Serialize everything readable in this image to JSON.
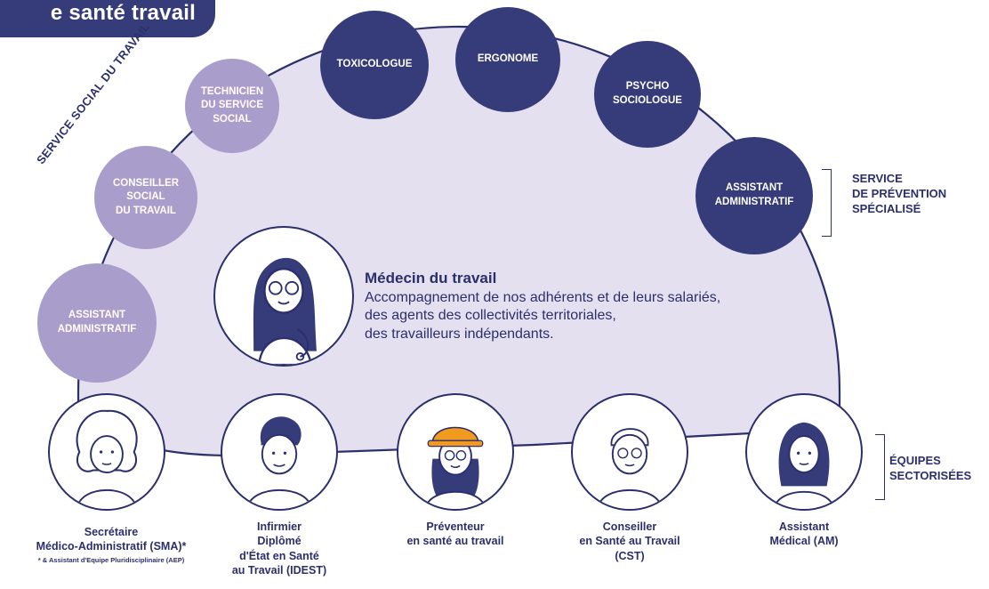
{
  "header": {
    "title": "e santé travail"
  },
  "arc_label": "SERVICE SOCIAL DU TRAVAIL",
  "social_circles": [
    {
      "lines": [
        "TECHNICIEN",
        "DU SERVICE",
        "SOCIAL"
      ]
    },
    {
      "lines": [
        "CONSEILLER",
        "SOCIAL",
        "DU TRAVAIL"
      ]
    },
    {
      "lines": [
        "ASSISTANT",
        "ADMINISTRATIF"
      ]
    }
  ],
  "prevention_circles": [
    {
      "lines": [
        "TOXICOLOGUE"
      ]
    },
    {
      "lines": [
        "ERGONOME"
      ]
    },
    {
      "lines": [
        "PSYCHO",
        "SOCIOLOGUE"
      ]
    },
    {
      "lines": [
        "ASSISTANT",
        "ADMINISTRATIF"
      ]
    }
  ],
  "service_prevention_label": [
    "SERVICE",
    "DE PRÉVENTION",
    "SPÉCIALISÉ"
  ],
  "equipes_label": [
    "ÉQUIPES",
    "SECTORISÉES"
  ],
  "doctor": {
    "title": "Médecin du travail",
    "desc": [
      "Accompagnement de nos adhérents et de leurs salariés,",
      "des agents des collectivités territoriales,",
      "des travailleurs indépendants."
    ]
  },
  "team": [
    {
      "lines": [
        "Secrétaire",
        "Médico-Administratif (SMA)*"
      ],
      "note": "* & Assistant d'Equipe Pluridisciplinaire (AEP)"
    },
    {
      "lines": [
        "Infirmier",
        "Diplômé",
        "d'État en Santé",
        "au Travail (IDEST)"
      ]
    },
    {
      "lines": [
        "Préventeur",
        "en santé au travail"
      ]
    },
    {
      "lines": [
        "Conseiller",
        "en Santé au Travail",
        "(CST)"
      ]
    },
    {
      "lines": [
        "Assistant",
        "Médical (AM)"
      ]
    }
  ],
  "colors": {
    "dark": "#363c79",
    "light": "#a99dcb",
    "bg_arch": "#e4e0f0",
    "text": "#2b2f6b",
    "hat": "#f29a1e"
  }
}
